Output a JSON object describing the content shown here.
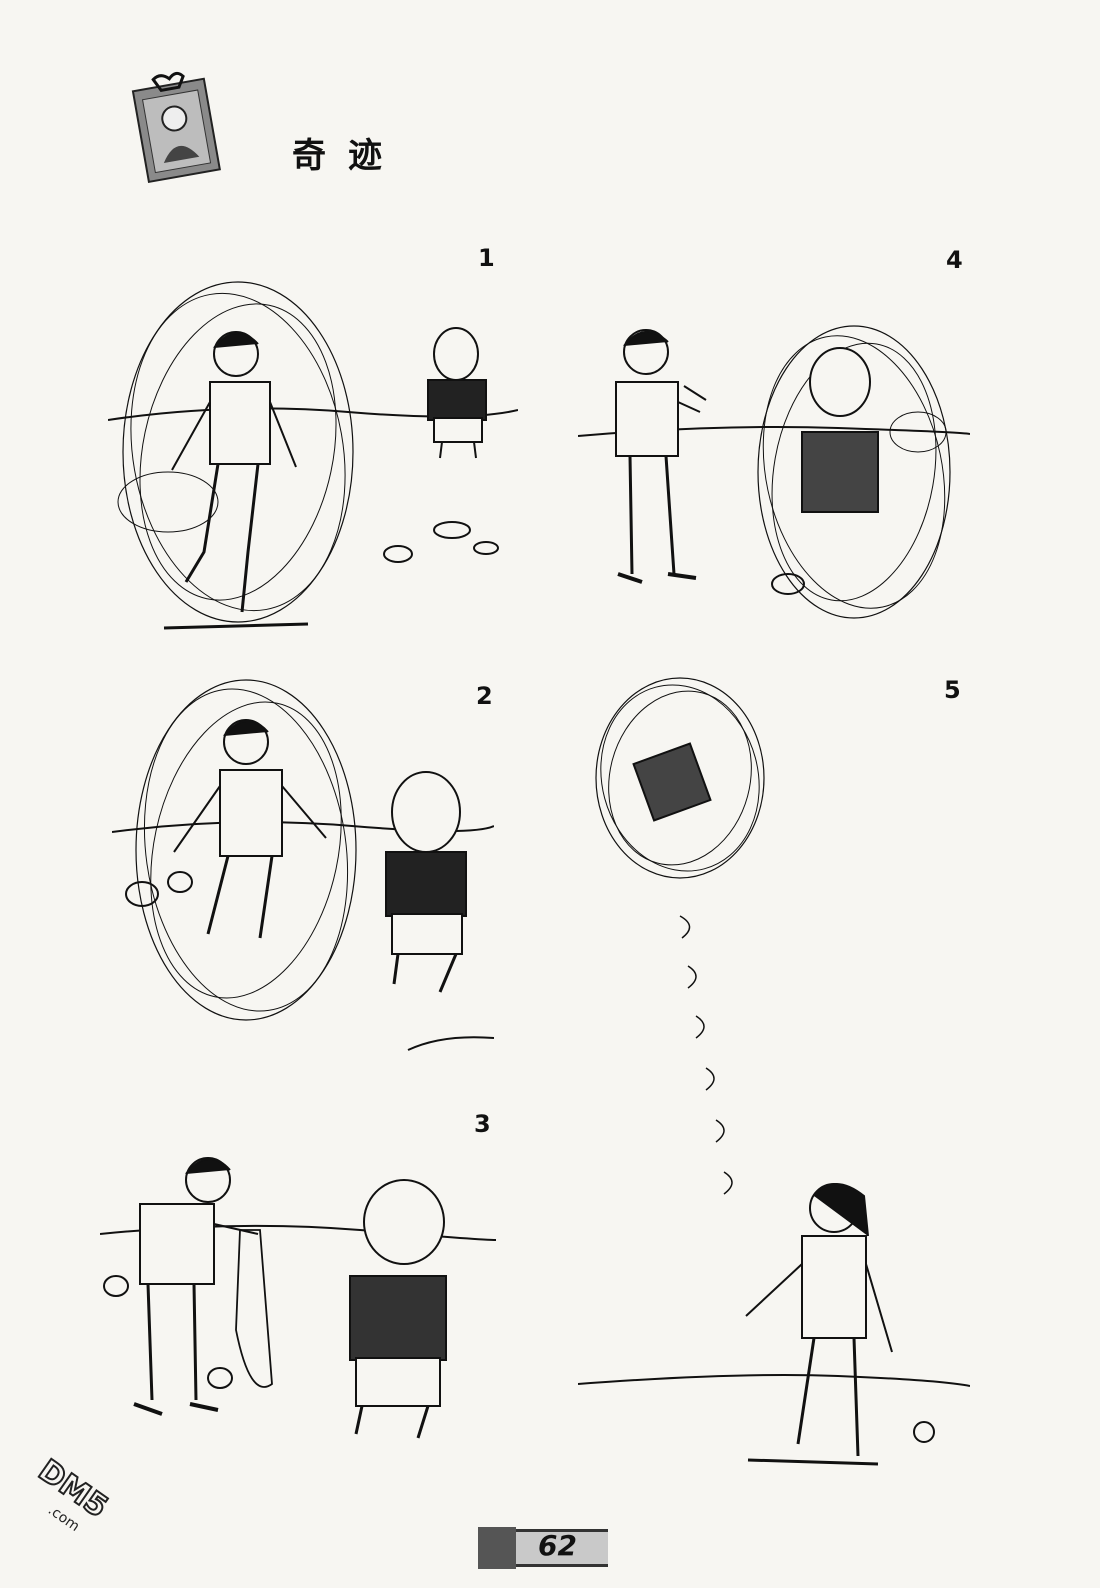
{
  "page": {
    "title": "奇迹",
    "page_number": "62",
    "watermark": "DM5.com"
  },
  "panels": [
    {
      "id": "1",
      "label": "1"
    },
    {
      "id": "2",
      "label": "2"
    },
    {
      "id": "3",
      "label": "3"
    },
    {
      "id": "4",
      "label": "4"
    },
    {
      "id": "5",
      "label": "5"
    }
  ]
}
